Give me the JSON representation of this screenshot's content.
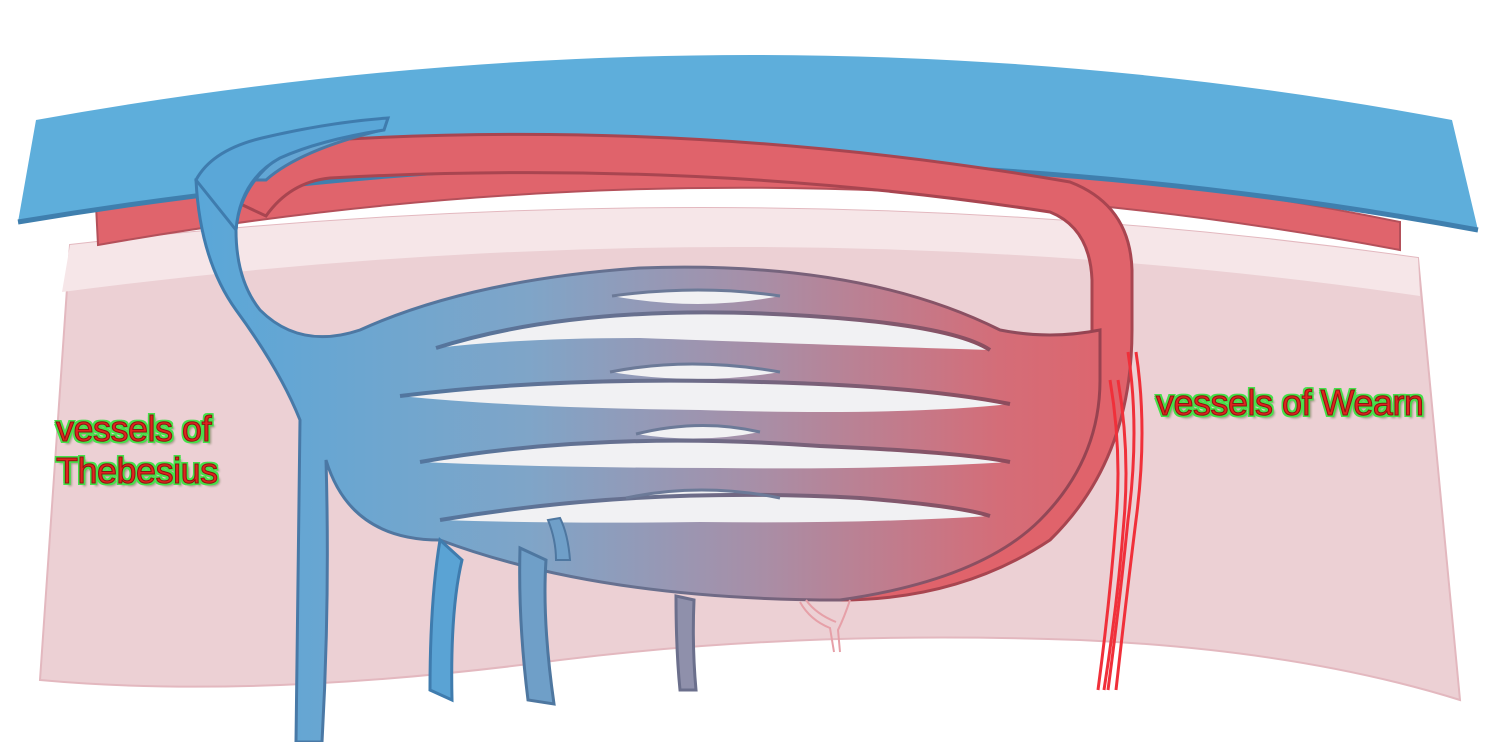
{
  "labels": {
    "thebesius_line1": "vessels of",
    "thebesius_line2": "Thebesius",
    "wearn": "vessels of Wearn"
  },
  "colors": {
    "chamber_blue": "#5eaedb",
    "chamber_blue_edge": "#3f7fae",
    "artery_red": "#e0646c",
    "artery_red_edge": "#a84550",
    "myocardium_pink": "#ecd0d4",
    "vein_blue": "#5aa3d4",
    "vein_mauve": "#b18aa0",
    "label_text_red": "#e0231f",
    "label_outline_green": "#45e04a",
    "wearn_vessel_red": "#f0303a"
  }
}
